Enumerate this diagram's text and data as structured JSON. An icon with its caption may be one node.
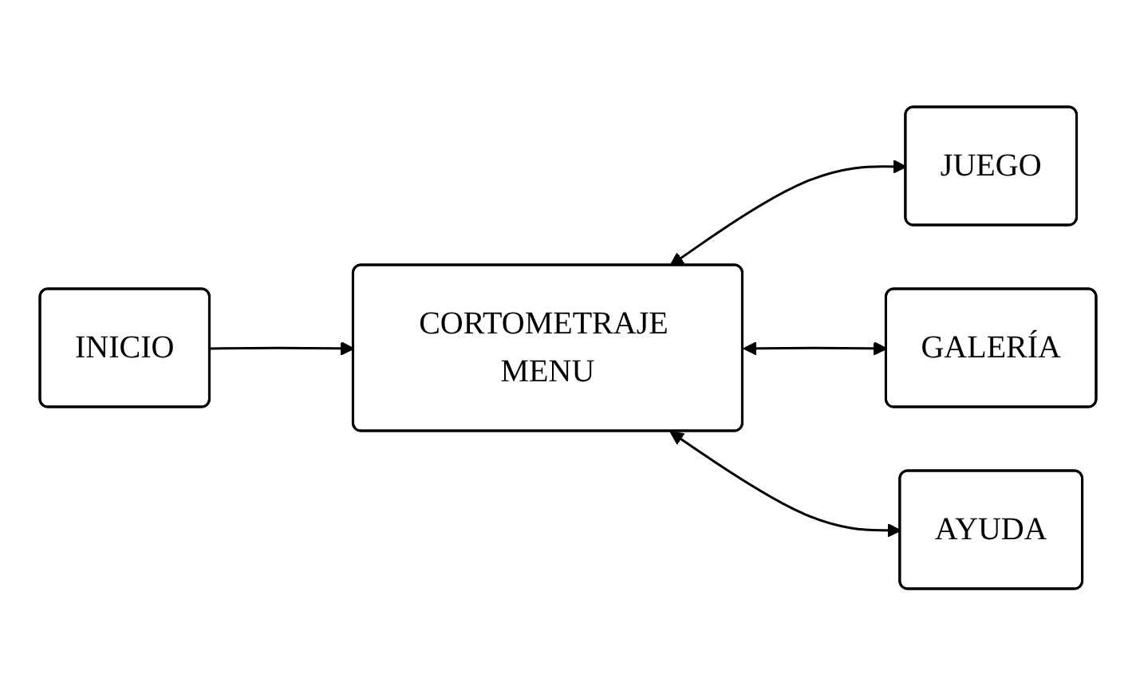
{
  "diagram": {
    "nodes": [
      {
        "text": [
          "INICIO"
        ]
      },
      {
        "text": [
          "CORTOMETRAJE MENU"
        ]
      },
      {
        "text": [
          "JUEGO"
        ]
      },
      {
        "text": [
          "GALERÍA"
        ]
      },
      {
        "text": [
          "AYUDA"
        ]
      }
    ],
    "edges": [
      {
        "from": 0,
        "to": 1,
        "arrow": "to"
      },
      {
        "from": 1,
        "to": 2,
        "arrow": "both"
      },
      {
        "from": 1,
        "to": 3,
        "arrow": "both"
      },
      {
        "from": 1,
        "to": 4,
        "arrow": "both"
      }
    ]
  }
}
